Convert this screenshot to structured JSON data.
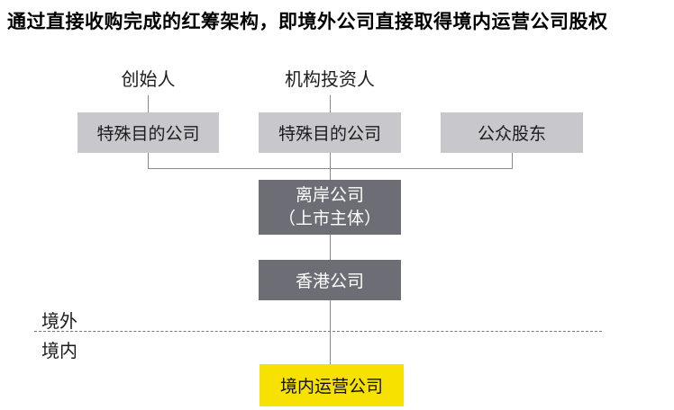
{
  "title": "通过直接收购完成的红筹架构，即境外公司直接取得境内运营公司股权",
  "diagram": {
    "labels": {
      "founder": "创始人",
      "investor": "机构投资人",
      "offshore_region": "境外",
      "onshore_region": "境内"
    },
    "nodes": {
      "spv1": "特殊目的公司",
      "spv2": "特殊目的公司",
      "public_shareholders": "公众股东",
      "offshore_company_line1": "离岸公司",
      "offshore_company_line2": "（上市主体）",
      "hongkong_company": "香港公司",
      "domestic_operating_company": "境内运营公司"
    },
    "colors": {
      "light_box_bg": "#c8c8cc",
      "dark_box_bg": "#6d6d75",
      "highlight_box_bg": "#f6e100",
      "connector_line": "#8a8a8a",
      "divider_dashed": "#777777",
      "title_text": "#000000",
      "dark_box_text": "#ffffff"
    }
  }
}
